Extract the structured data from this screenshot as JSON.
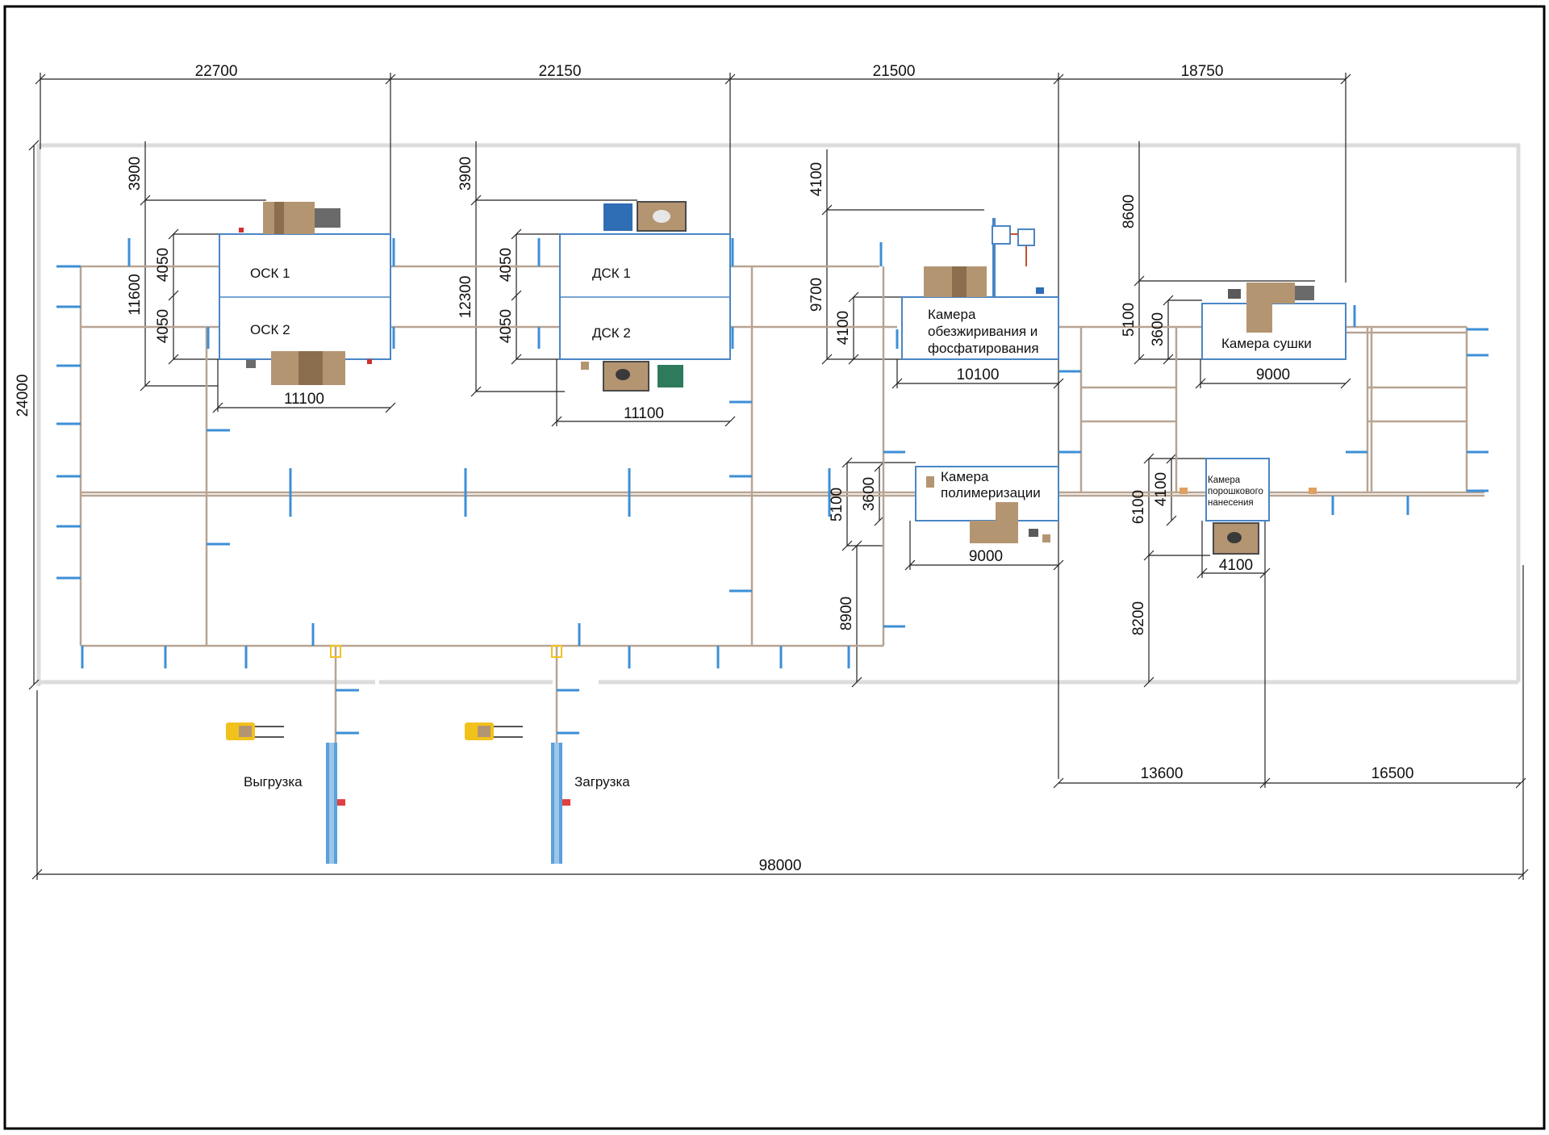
{
  "dimensions": {
    "top": [
      "22700",
      "22150",
      "21500",
      "18750"
    ],
    "overall_width": "98000",
    "overall_height": "24000",
    "bottom_right": [
      "13600",
      "16500"
    ],
    "osk_vertical": [
      "3900",
      "11600",
      "4050",
      "4050"
    ],
    "osk_width": "11100",
    "dsk_vertical": [
      "3900",
      "12300",
      "4050",
      "4050"
    ],
    "dsk_width": "11100",
    "degrease_vertical": [
      "4100",
      "9700",
      "4100"
    ],
    "degrease_width": "10100",
    "dryer_vertical": [
      "8600",
      "5100",
      "3600"
    ],
    "dryer_width": "9000",
    "poly_vertical": [
      "5100",
      "3600",
      "8900"
    ],
    "poly_width": "9000",
    "powder_vertical": [
      "4100",
      "6100",
      "8200"
    ],
    "powder_width": "4100"
  },
  "labels": {
    "osk1": "ОСК 1",
    "osk2": "ОСК 2",
    "dsk1": "ДСК 1",
    "dsk2": "ДСК 2",
    "degrease": [
      "Камера",
      "обезжиривания и",
      "фосфатирования"
    ],
    "dryer": "Камера сушки",
    "poly": [
      "Камера",
      "полимеризации"
    ],
    "powder": [
      "Камера",
      "порошкового",
      "нанесения"
    ],
    "unload": "Выгрузка",
    "load": "Загрузка"
  },
  "colors": {
    "frame": "#000000",
    "dim_line": "#222222",
    "booth_outline": "#4a86c5",
    "conveyor": "#b8a493",
    "conveyor_mark": "#3d8fd6",
    "hall_outline": "#d8d8d8",
    "equipment": "#b49572",
    "forklift": "#f2c21c"
  }
}
